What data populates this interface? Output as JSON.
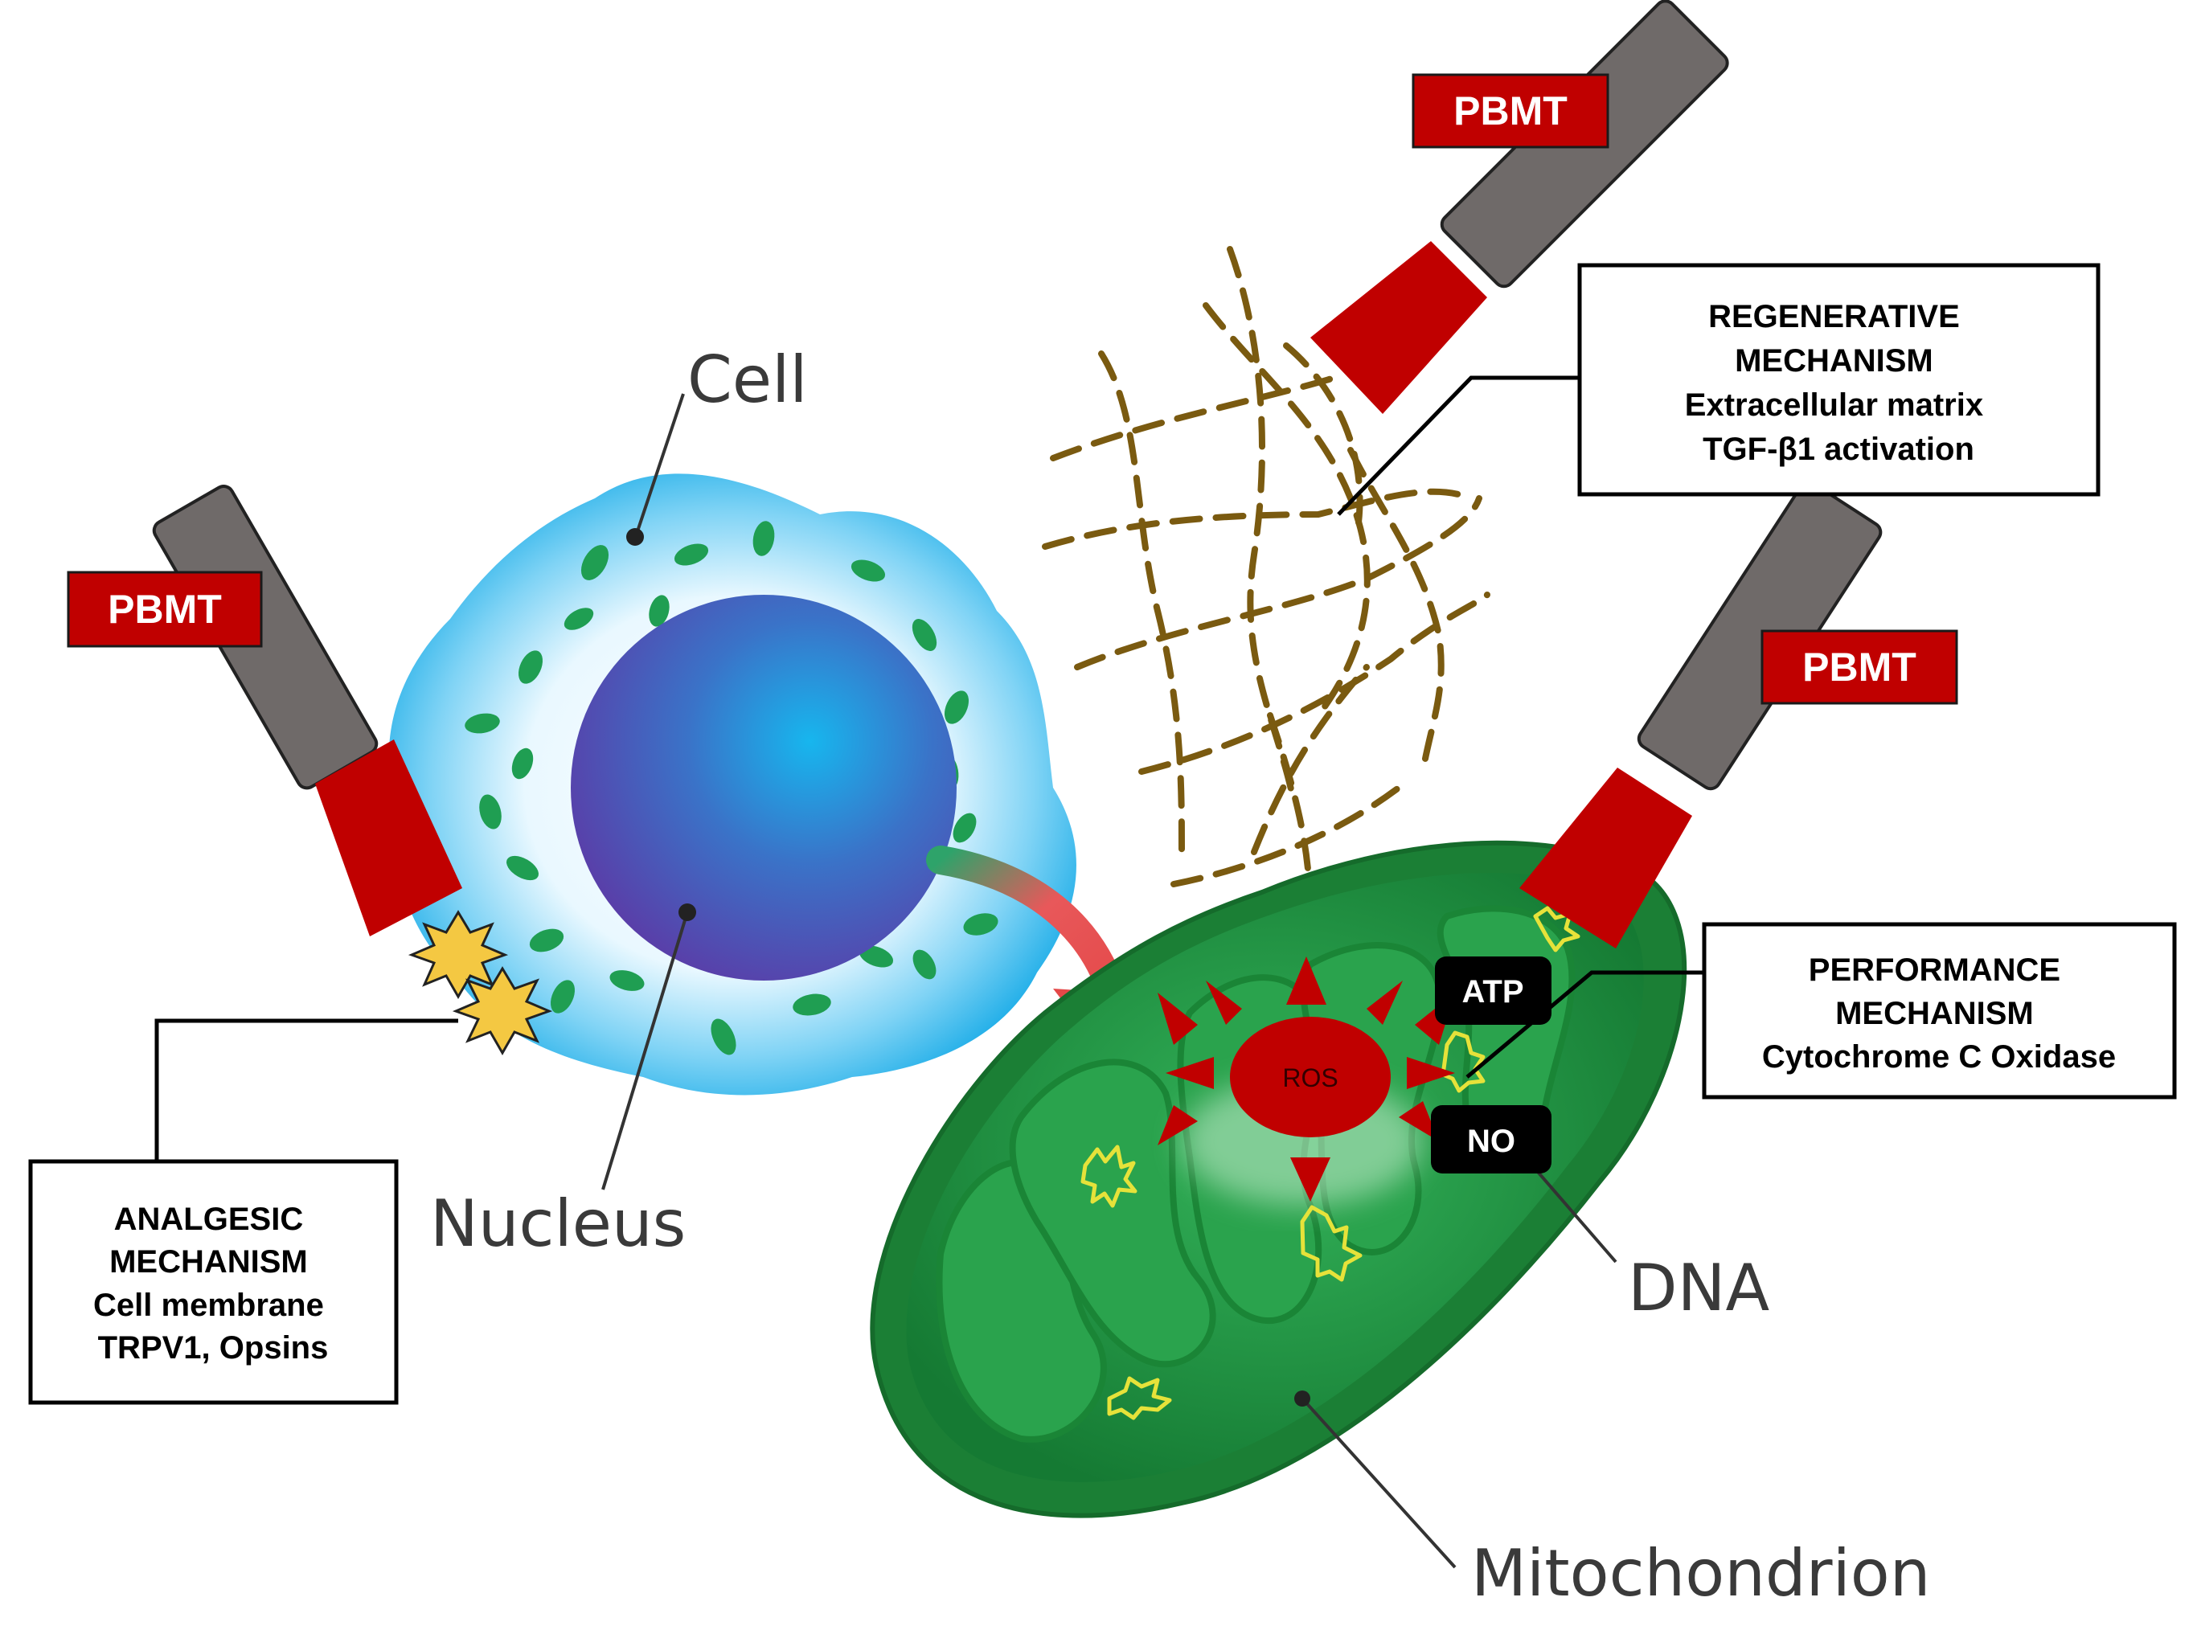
{
  "labels": {
    "cell": "Cell",
    "nucleus": "Nucleus",
    "dna": "DNA",
    "mitochondrion": "Mitochondrion",
    "ros": "ROS",
    "atp": "ATP",
    "no": "NO"
  },
  "pbmt": {
    "left": "PBMT",
    "top": "PBMT",
    "right": "PBMT"
  },
  "mechanisms": {
    "analgesic": [
      "ANALGESIC",
      "MECHANISM",
      "Cell membrane",
      "TRPV1, Opsins"
    ],
    "regenerative": [
      "REGENERATIVE",
      "MECHANISM",
      "Extracellular matrix",
      "TGF-β1 activation"
    ],
    "performance": [
      "PERFORMANCE",
      "MECHANISM",
      "Cytochrome C Oxidase"
    ]
  },
  "colors": {
    "laser_red": "#c00000",
    "device_gray": "#6f6a69",
    "cell_blue": "#2ab4ec",
    "nucleus_purple": "#5b3aa8",
    "mito_green": "#1f8a3c",
    "matrix_brown": "#7a5a10"
  }
}
